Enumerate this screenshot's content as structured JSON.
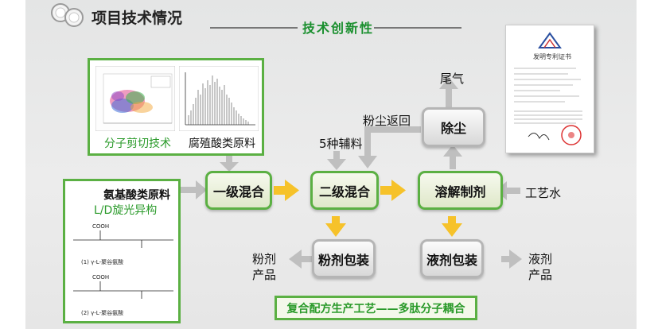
{
  "header": {
    "title": "项目技术情况",
    "subtitle": "技术创新性"
  },
  "colors": {
    "accent_green": "#5bb043",
    "arrow_yellow": "#f6c22a",
    "arrow_gray": "#bfbfbf",
    "subtitle_green": "#1a8f2e"
  },
  "left_panel": {
    "captions": [
      "分子剪切技术",
      "腐殖酸类原料"
    ]
  },
  "structure_panel": {
    "title": "氨基酸类原料",
    "subtitle": "L/D旋光异构",
    "struct1": {
      "group": "COOH",
      "caption": "(1) γ-L-聚谷氨酸"
    },
    "struct2": {
      "group": "COOH",
      "caption": "(2) γ-L-聚谷氨酸"
    }
  },
  "flow": {
    "mix1": "一级混合",
    "mix2": "二级混合",
    "dissolve": "溶解制剂",
    "dust": "除尘",
    "powder_pack": "粉剂包装",
    "liquid_pack": "液剂包装"
  },
  "labels": {
    "tail_gas": "尾气",
    "dust_return": "粉尘返回",
    "aux": "5种辅料",
    "water": "工艺水",
    "powder_product_1": "粉剂",
    "powder_product_2": "产品",
    "liquid_product_1": "液剂",
    "liquid_product_2": "产品"
  },
  "certificate": {
    "title": "发明专利证书"
  },
  "footer": {
    "caption": "复合配方生产工艺——多肽分子耦合"
  }
}
